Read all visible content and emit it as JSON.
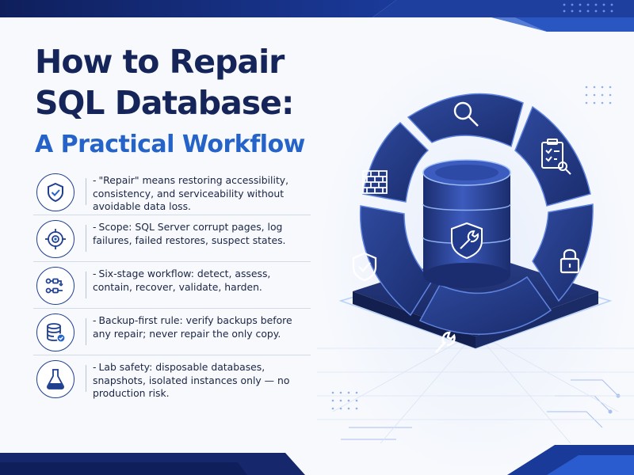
{
  "title": {
    "line1": "How to Repair",
    "line2": "SQL Database:",
    "line3": "A Practical Workflow"
  },
  "bullets": [
    {
      "icon": "shield-check-icon",
      "text": "\"Repair\" means restoring accessibility, consistency, and serviceability without avoidable data loss."
    },
    {
      "icon": "target-icon",
      "text": "Scope: SQL Server corrupt pages, log failures, failed restores, suspect states."
    },
    {
      "icon": "workflow-icon",
      "text": "Six-stage workflow: detect, assess, contain, recover, validate, harden."
    },
    {
      "icon": "database-check-icon",
      "text": "Backup-first rule: verify backups before any repair; never repair the only copy."
    },
    {
      "icon": "flask-icon",
      "text": "Lab safety: disposable databases, snapshots, isolated instances only — no production risk."
    }
  ],
  "illustration": {
    "ring_icons": [
      "magnifier-icon",
      "clipboard-search-icon",
      "lock-icon",
      "wrench-icon",
      "shield-check-icon",
      "brick-wall-icon"
    ],
    "center": "database-wrench-icon"
  },
  "colors": {
    "navy": "#15255a",
    "accent": "#2563c9",
    "ring": "#253a80"
  }
}
